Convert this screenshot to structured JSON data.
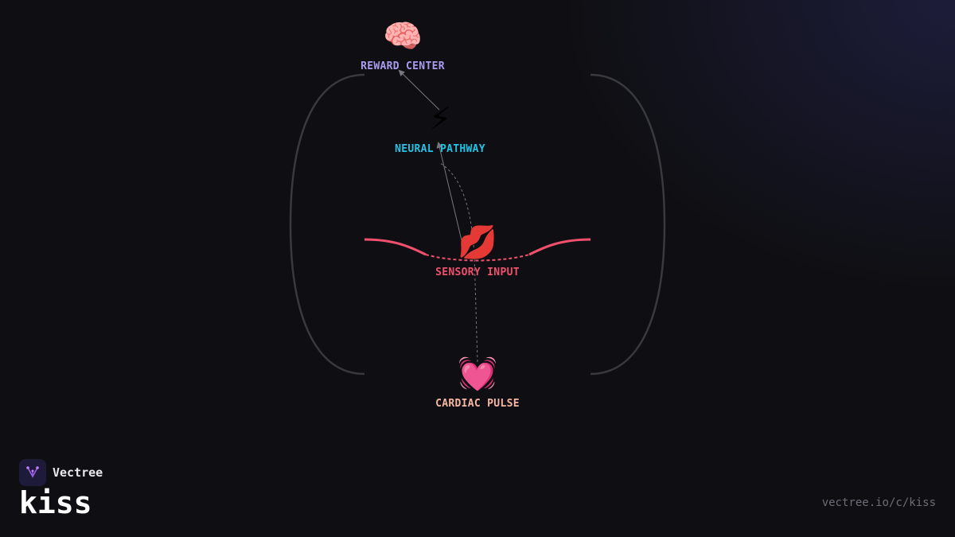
{
  "nodes": {
    "reward": {
      "icon": "🧠",
      "icon_name": "brain-icon",
      "label": "REWARD CENTER",
      "color": "#a99cf0"
    },
    "neural": {
      "icon": "⚡",
      "icon_name": "lightning-icon",
      "label": "NEURAL PATHWAY",
      "color": "#22c3e6"
    },
    "sensory": {
      "icon": "💋",
      "icon_name": "lips-icon",
      "label": "SENSORY INPUT",
      "color": "#f0506e"
    },
    "cardiac": {
      "icon": "💓",
      "icon_name": "beating-heart-icon",
      "label": "CARDIAC PULSE",
      "color": "#f7b7a3"
    }
  },
  "brand": {
    "name": "Vectree",
    "accent": "#9b5de5"
  },
  "page": {
    "title": "kiss",
    "url": "vectree.io/c/kiss"
  },
  "colors": {
    "background": "#0f0f13",
    "bracket": "#3a3a3e",
    "lip_line": "#f0506e",
    "connector": "#777780"
  }
}
